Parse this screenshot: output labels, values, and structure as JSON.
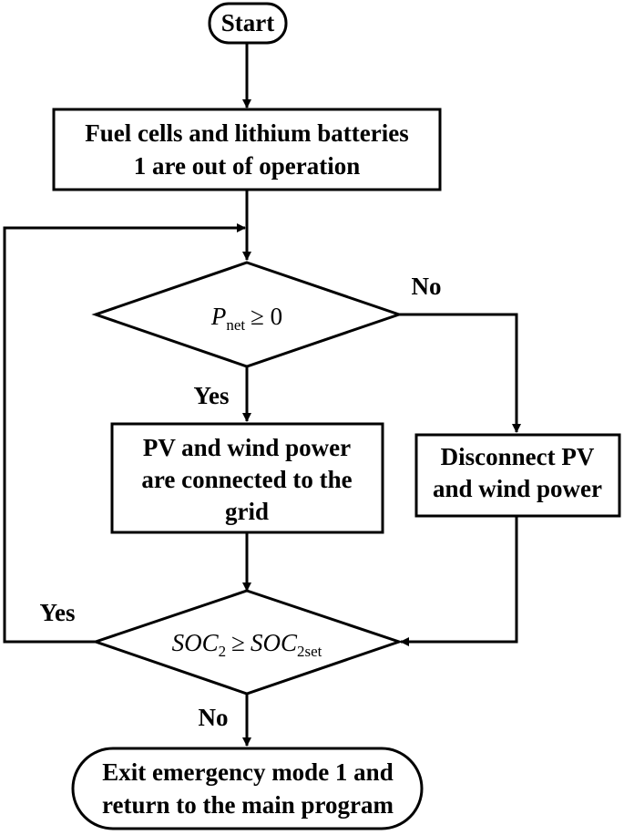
{
  "nodes": {
    "start": {
      "label": "Start"
    },
    "fuel_cells": {
      "line1": "Fuel cells and lithium batteries",
      "line2": "1 are out of operation"
    },
    "pnet_decision": {
      "symbol": "P",
      "subscript": "net",
      "relation": "≥ 0"
    },
    "pv_connected": {
      "line1": "PV and wind power",
      "line2": "are connected to the",
      "line3": "grid"
    },
    "disconnect": {
      "line1": "Disconnect PV",
      "line2": "and wind power"
    },
    "soc_decision": {
      "lhs": "SOC",
      "lhs_sub": "2",
      "relation": "≥",
      "rhs": "SOC",
      "rhs_sub": "2set"
    },
    "exit": {
      "line1": "Exit emergency mode 1 and",
      "line2": "return to the main program"
    }
  },
  "edges": {
    "pnet_no": "No",
    "pnet_yes": "Yes",
    "soc_yes": "Yes",
    "soc_no": "No"
  }
}
